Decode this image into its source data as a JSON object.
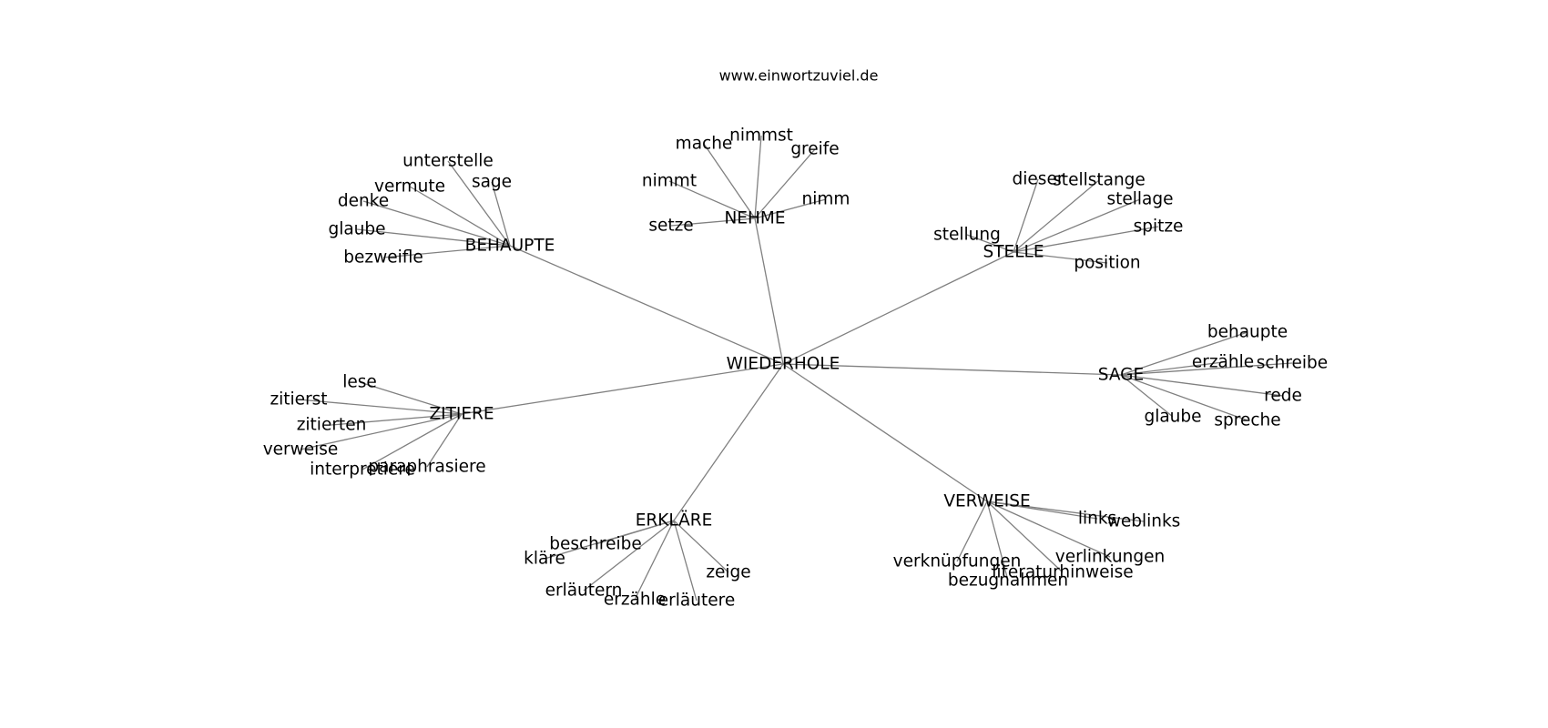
{
  "graph": {
    "title": "www.einwortzuviel.de",
    "center": "WIEDERHOLE",
    "groups": [
      {
        "label": "BEHAUPTE",
        "leaves": [
          "unterstelle",
          "vermute",
          "sage",
          "denke",
          "glaube",
          "bezweifle"
        ]
      },
      {
        "label": "NEHME",
        "leaves": [
          "mache",
          "nimmst",
          "greife",
          "nimmt",
          "nimm",
          "setze"
        ]
      },
      {
        "label": "STELLE",
        "leaves": [
          "dieser",
          "stellstange",
          "stellage",
          "stellung",
          "spitze",
          "position"
        ]
      },
      {
        "label": "SAGE",
        "leaves": [
          "behaupte",
          "erzähle",
          "schreibe",
          "rede",
          "glaube",
          "spreche"
        ]
      },
      {
        "label": "VERWEISE",
        "leaves": [
          "links",
          "weblinks",
          "verlinkungen",
          "verknüpfungen",
          "literaturhinweise",
          "bezugnahmen"
        ]
      },
      {
        "label": "ERKLÄRE",
        "leaves": [
          "beschreibe",
          "kläre",
          "zeige",
          "erläutern",
          "erzähle",
          "erläutere"
        ]
      },
      {
        "label": "ZITIERE",
        "leaves": [
          "lese",
          "zitierst",
          "zitierten",
          "verweise",
          "paraphrasiere",
          "interpretiere"
        ]
      }
    ]
  },
  "colors": {
    "edge": "#808080",
    "text": "#000000",
    "background": "#ffffff"
  }
}
